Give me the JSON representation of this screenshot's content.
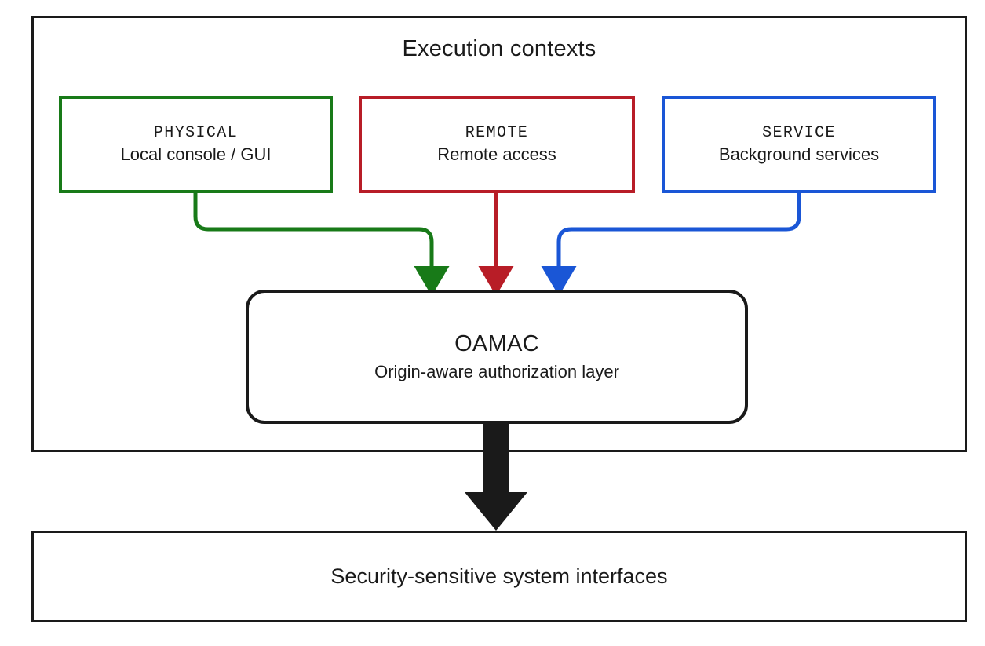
{
  "diagram": {
    "title": "Execution contexts",
    "outer_container_name": "Execution contexts",
    "contexts": [
      {
        "code": "PHYSICAL",
        "description": "Local console / GUI",
        "color": "#187a18",
        "connector": "green-physical-connector"
      },
      {
        "code": "REMOTE",
        "description": "Remote access",
        "color": "#b81d27",
        "connector": "red-remote-connector"
      },
      {
        "code": "SERVICE",
        "description": "Background services",
        "color": "#1a56d6",
        "connector": "blue-service-connector"
      }
    ],
    "middle": {
      "title": "OAMAC",
      "subtitle": "Origin-aware authorization layer",
      "border_color": "#1a1a1a"
    },
    "bottom": {
      "label": "Security-sensitive system interfaces",
      "border_color": "#1a1a1a"
    },
    "main_arrow": {
      "name": "oamac-to-interfaces-arrow",
      "color": "#1a1a1a"
    }
  }
}
